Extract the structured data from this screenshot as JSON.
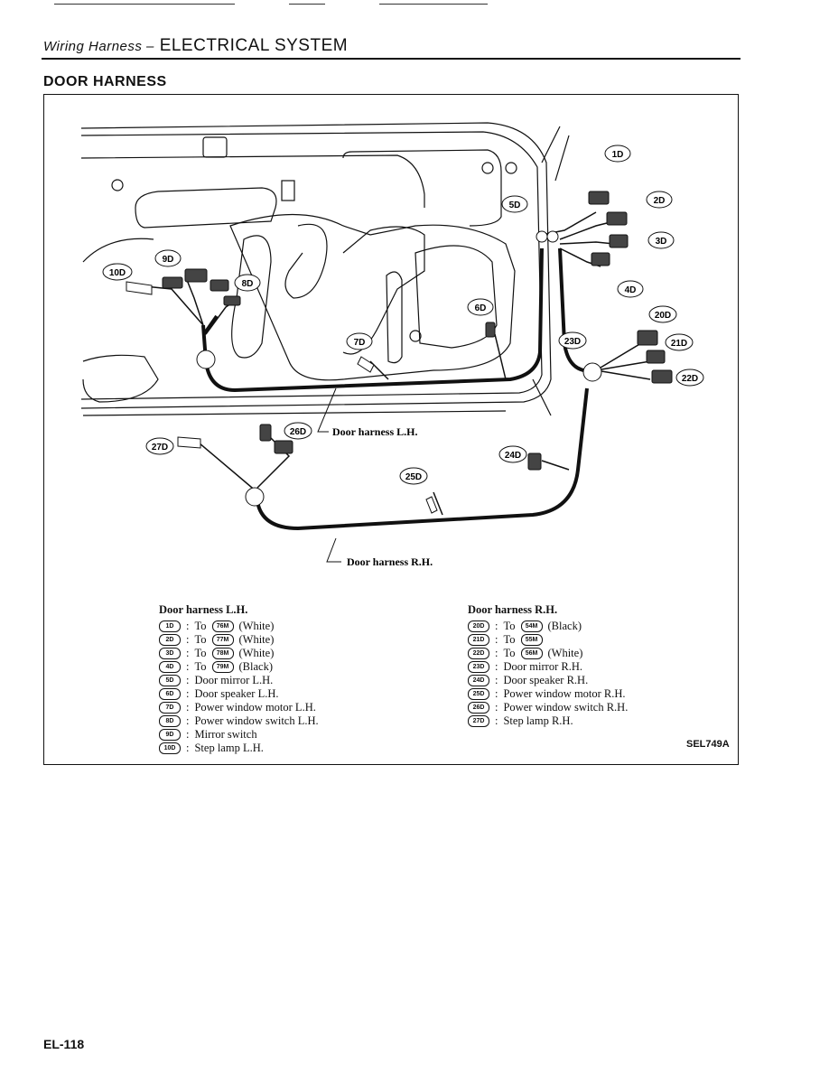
{
  "header": {
    "section": "Wiring Harness –",
    "title": "ELECTRICAL SYSTEM"
  },
  "section_title": "DOOR HARNESS",
  "diagram": {
    "callouts": [
      "1D",
      "2D",
      "3D",
      "4D",
      "5D",
      "6D",
      "7D",
      "8D",
      "9D",
      "10D",
      "20D",
      "21D",
      "22D",
      "23D",
      "24D",
      "25D",
      "26D",
      "27D"
    ],
    "labels": {
      "lh": "Door harness L.H.",
      "rh": "Door harness R.H."
    }
  },
  "legend_lh": {
    "title": "Door harness L.H.",
    "rows": [
      {
        "code": "1D",
        "desc": "To",
        "ref": "76M",
        "note": "(White)"
      },
      {
        "code": "2D",
        "desc": "To",
        "ref": "77M",
        "note": "(White)"
      },
      {
        "code": "3D",
        "desc": "To",
        "ref": "78M",
        "note": "(White)"
      },
      {
        "code": "4D",
        "desc": "To",
        "ref": "79M",
        "note": "(Black)"
      },
      {
        "code": "5D",
        "desc": "Door mirror L.H.",
        "ref": "",
        "note": ""
      },
      {
        "code": "6D",
        "desc": "Door speaker L.H.",
        "ref": "",
        "note": ""
      },
      {
        "code": "7D",
        "desc": "Power window motor L.H.",
        "ref": "",
        "note": ""
      },
      {
        "code": "8D",
        "desc": "Power window switch L.H.",
        "ref": "",
        "note": ""
      },
      {
        "code": "9D",
        "desc": "Mirror switch",
        "ref": "",
        "note": ""
      },
      {
        "code": "10D",
        "desc": "Step lamp L.H.",
        "ref": "",
        "note": ""
      }
    ]
  },
  "legend_rh": {
    "title": "Door harness R.H.",
    "rows": [
      {
        "code": "20D",
        "desc": "To",
        "ref": "54M",
        "note": "(Black)"
      },
      {
        "code": "21D",
        "desc": "To",
        "ref": "55M",
        "note": ""
      },
      {
        "code": "22D",
        "desc": "To",
        "ref": "56M",
        "note": "(White)"
      },
      {
        "code": "23D",
        "desc": "Door mirror R.H.",
        "ref": "",
        "note": ""
      },
      {
        "code": "24D",
        "desc": "Door speaker R.H.",
        "ref": "",
        "note": ""
      },
      {
        "code": "25D",
        "desc": "Power window motor R.H.",
        "ref": "",
        "note": ""
      },
      {
        "code": "26D",
        "desc": "Power window switch R.H.",
        "ref": "",
        "note": ""
      },
      {
        "code": "27D",
        "desc": "Step lamp R.H.",
        "ref": "",
        "note": ""
      }
    ]
  },
  "figure_code": "SEL749A",
  "page_number": "EL-118"
}
